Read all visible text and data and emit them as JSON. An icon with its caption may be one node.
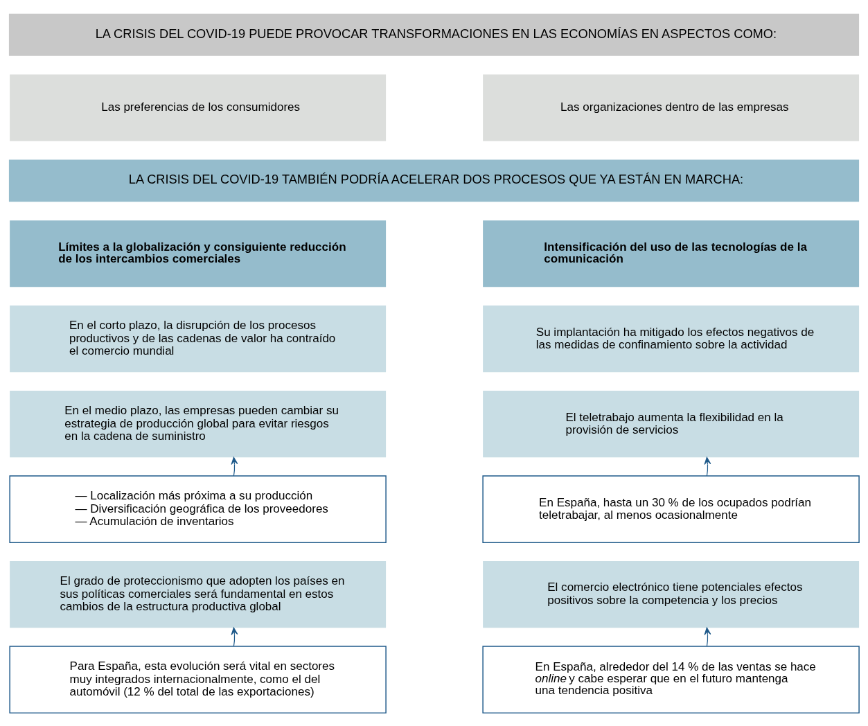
{
  "diagram": {
    "nodes": [
      {
        "text": [
          "LA CRISIS DEL COVID-19 PUEDE PROVOCAR TRANSFORMACIONES EN LAS ECONOMÍAS EN ASPECTOS COMO:"
        ]
      },
      {
        "text": [
          "Las preferencias de los consumidores"
        ]
      },
      {
        "text": [
          "Las organizaciones dentro de las empresas"
        ]
      },
      {
        "text": [
          "LA CRISIS DEL COVID-19 TAMBIÉN PODRÍA ACELERAR DOS PROCESOS QUE YA ESTÁN EN MARCHA:"
        ]
      },
      {
        "text": [
          "Límites a la globalización y consiguiente reducción de los intercambios comerciales"
        ]
      },
      {
        "text": [
          "Intensificación del uso de las tecnologías de la comunicación"
        ]
      },
      {
        "text": [
          "En el corto plazo, la disrupción de los procesos productivos y de las cadenas de valor ha contraído el comercio mundial"
        ]
      },
      {
        "text": [
          "Su implantación ha mitigado los efectos negativos de las medidas de confinamiento sobre la actividad"
        ]
      },
      {
        "text": [
          "En el medio plazo, las empresas pueden cambiar su estrategia de producción global para evitar riesgos en la cadena de suministro"
        ]
      },
      {
        "text": [
          "El teletrabajo aumenta la flexibilidad en la provisión de servicios"
        ]
      },
      {
        "text": [
          "— Localización más próxima a su producción",
          "— Diversificación geográfica de los proveedores",
          "— Acumulación de inventarios"
        ]
      },
      {
        "text": [
          "En España, hasta un 30 % de los ocupados podrían teletrabajar, al menos ocasionalmente"
        ]
      },
      {
        "text": [
          "El grado de proteccionismo que adopten los países en sus políticas comerciales será fundamental en estos cambios de la estructura productiva global"
        ]
      },
      {
        "text": [
          "El comercio electrónico tiene potenciales efectos positivos sobre la competencia y los precios"
        ]
      },
      {
        "text": [
          "Para España, esta evolución será vital en sectores muy integrados internacionalmente, como el del automóvil (12 % del total de las exportaciones)"
        ]
      },
      {
        "text": [
          "En España, alrededor del 14 % de las ventas se hace *online* y cabe esperar que en el futuro mantenga una tendencia positiva"
        ]
      }
    ],
    "edges": [
      {
        "from": 10,
        "to": 8,
        "arrow": "to"
      },
      {
        "from": 11,
        "to": 9,
        "arrow": "to"
      },
      {
        "from": 14,
        "to": 12,
        "arrow": "to"
      },
      {
        "from": 15,
        "to": 13,
        "arrow": "to"
      }
    ]
  }
}
